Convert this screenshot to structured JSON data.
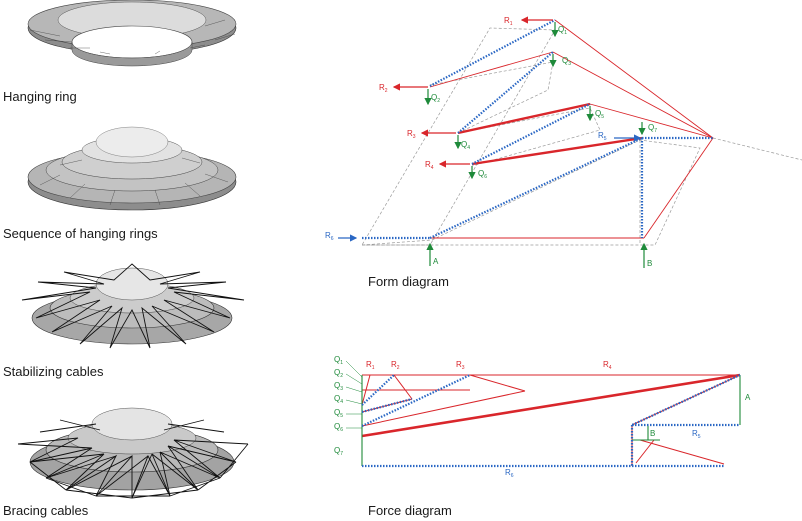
{
  "captions": {
    "hanging_ring": "Hanging ring",
    "sequence_rings": "Sequence of hanging rings",
    "stabilizing": "Stabilizing cables",
    "bracing": "Bracing cables",
    "form_diagram": "Form diagram",
    "force_diagram": "Force diagram"
  },
  "form_labels": {
    "reactions": [
      {
        "base": "R",
        "sub": "1"
      },
      {
        "base": "R",
        "sub": "2"
      },
      {
        "base": "R",
        "sub": "3"
      },
      {
        "base": "R",
        "sub": "4"
      },
      {
        "base": "R",
        "sub": "5"
      },
      {
        "base": "R",
        "sub": "6"
      }
    ],
    "loads": [
      {
        "base": "Q",
        "sub": "1"
      },
      {
        "base": "Q",
        "sub": "2"
      },
      {
        "base": "Q",
        "sub": "3"
      },
      {
        "base": "Q",
        "sub": "4"
      },
      {
        "base": "Q",
        "sub": "5"
      },
      {
        "base": "Q",
        "sub": "6"
      },
      {
        "base": "Q",
        "sub": "7"
      }
    ],
    "supports": [
      "A",
      "B"
    ]
  },
  "force_labels": {
    "top_r": [
      {
        "base": "R",
        "sub": "1"
      },
      {
        "base": "R",
        "sub": "2"
      },
      {
        "base": "R",
        "sub": "3"
      },
      {
        "base": "R",
        "sub": "4"
      }
    ],
    "q_stack": [
      {
        "base": "Q",
        "sub": "1"
      },
      {
        "base": "Q",
        "sub": "2"
      },
      {
        "base": "Q",
        "sub": "3"
      },
      {
        "base": "Q",
        "sub": "4"
      },
      {
        "base": "Q",
        "sub": "5"
      },
      {
        "base": "Q",
        "sub": "6"
      },
      {
        "base": "Q",
        "sub": "7"
      }
    ],
    "r5": {
      "base": "R",
      "sub": "5"
    },
    "r6": {
      "base": "R",
      "sub": "6"
    },
    "a": "A",
    "b": "B"
  },
  "colors": {
    "red": "#d9262b",
    "blue": "#2a67c4",
    "green": "#1e8a3a",
    "grey": "#9a9a9a"
  }
}
